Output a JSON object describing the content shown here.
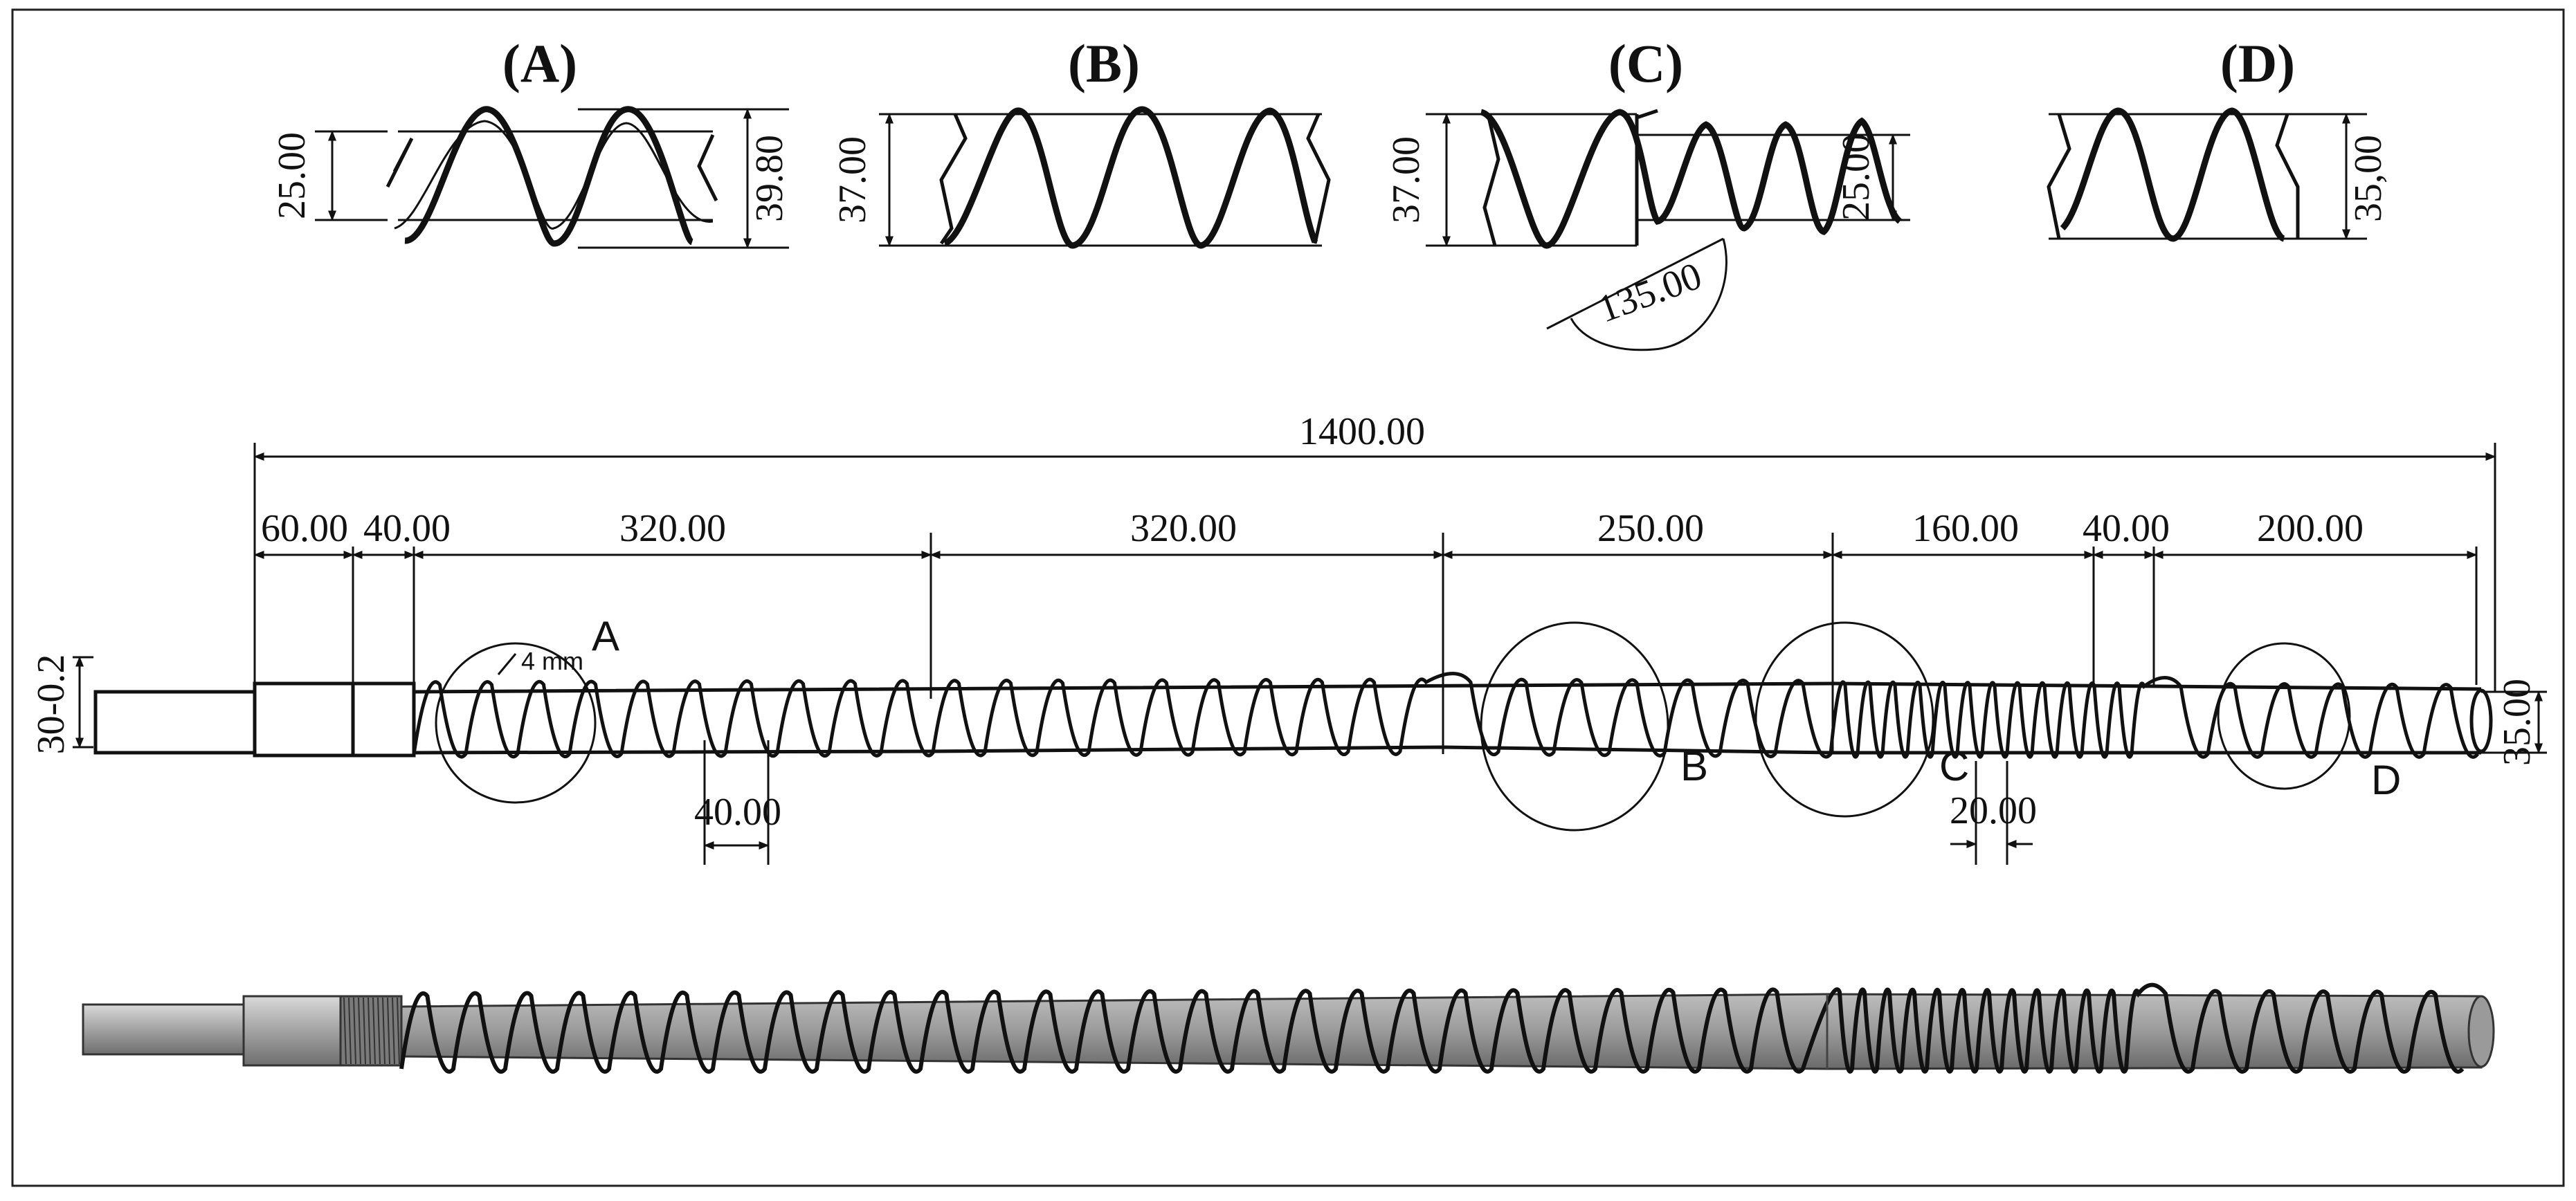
{
  "details": {
    "A": {
      "title": "(A)",
      "dim_inner": "25.00",
      "dim_outer": "39.80"
    },
    "B": {
      "title": "(B)",
      "dim_outer": "37.00"
    },
    "C": {
      "title": "(C)",
      "dim_left": "37.00",
      "dim_right": "25.00",
      "angle": "135.00"
    },
    "D": {
      "title": "(D)",
      "dim_outer": "35,00"
    }
  },
  "main": {
    "total_length": "1400.00",
    "segments": [
      "60.00",
      "40.00",
      "320.00",
      "320.00",
      "250.00",
      "160.00",
      "40.00",
      "200.00"
    ],
    "shaft_dim": "30-0.2",
    "end_dim": "35.00",
    "pitch_label_1": "40.00",
    "pitch_label_2": "20.00",
    "flight_thickness": "4 mm",
    "markers": {
      "A": "A",
      "B": "B",
      "C": "C",
      "D": "D"
    }
  },
  "colors": {
    "line": "#111111",
    "render_fill": "#8f8f8f",
    "render_light": "#c4c4c4",
    "background": "#ffffff",
    "frame": "#222222"
  }
}
